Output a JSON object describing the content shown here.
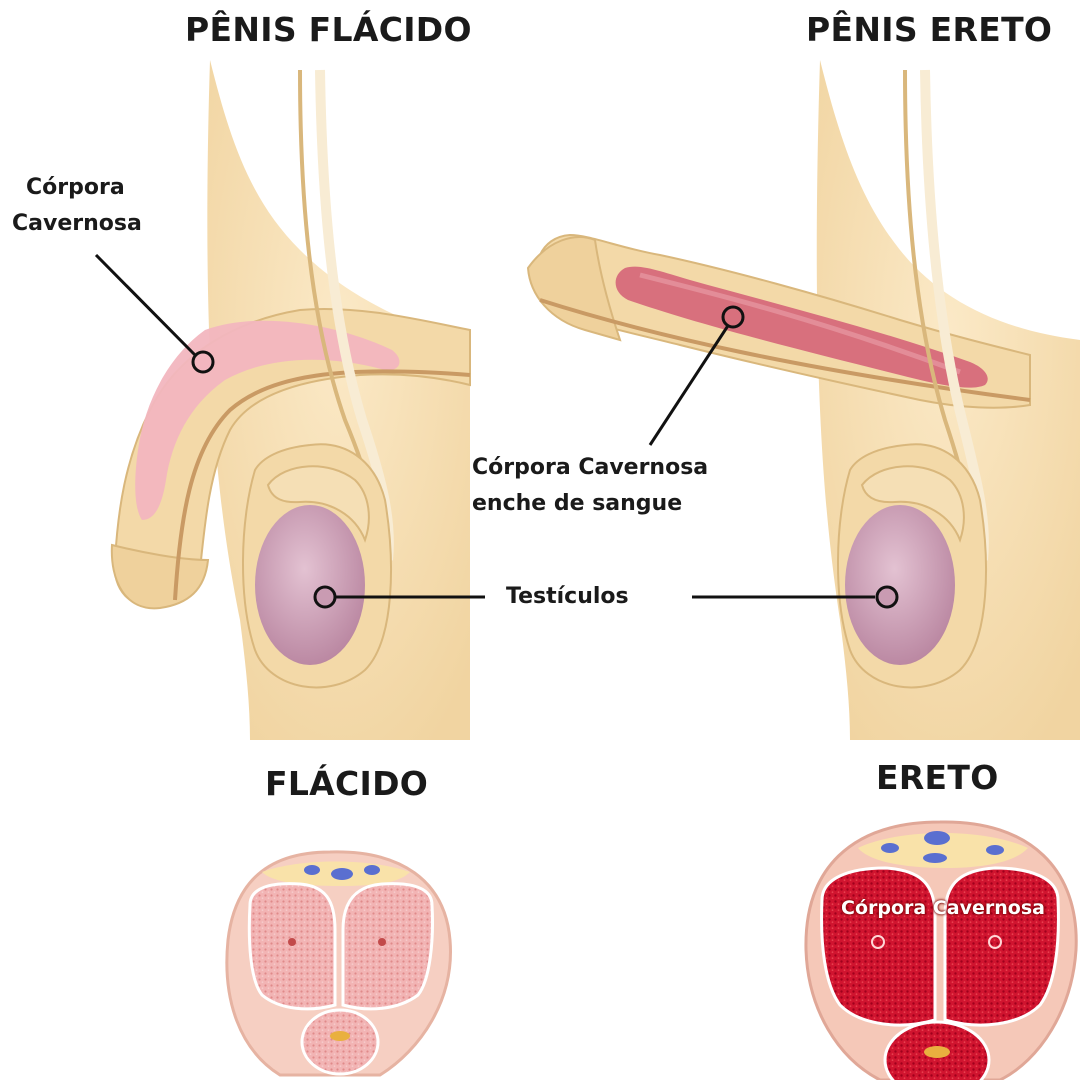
{
  "headings": {
    "flaccid_title": "PÊNIS FLÁCIDO",
    "erect_title": "PÊNIS ERETO",
    "flaccid_section": "FLÁCIDO",
    "erect_section": "ERETO"
  },
  "labels": {
    "corpora_line1": "Córpora",
    "corpora_line2": "Cavernosa",
    "fills_line1": "Córpora Cavernosa",
    "fills_line2": "enche de sangue",
    "testicles": "Testículos",
    "cross_section_overlay": "Córpora Cavernosa"
  },
  "colors": {
    "skin": "#f3d9a8",
    "skin_outline": "#d9b77c",
    "corpora_flaccid": "#f2b6bf",
    "corpora_erect": "#d8707d",
    "testicle": "#c99bb2",
    "cross_section_flaccid": "#ec9a9a",
    "cross_section_erect": "#c8102e",
    "vein": "#5a6fd0"
  }
}
